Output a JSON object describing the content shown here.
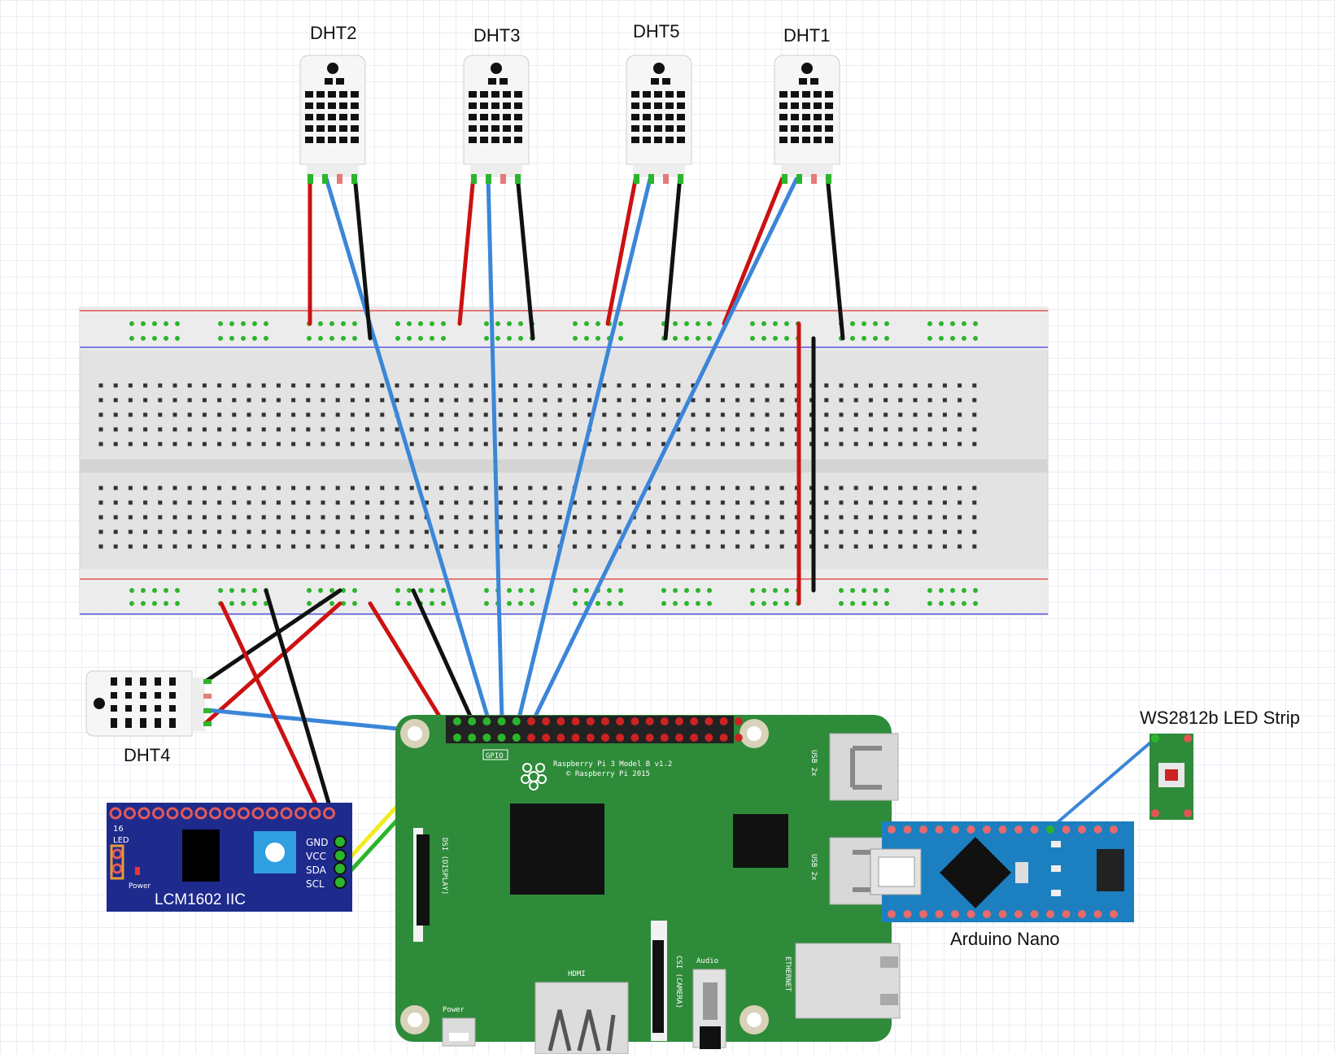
{
  "labels": {
    "dht2": "DHT2",
    "dht3": "DHT3",
    "dht5": "DHT5",
    "dht1": "DHT1",
    "dht4": "DHT4",
    "led_strip": "WS2812b LED Strip",
    "arduino": "Arduino Nano"
  },
  "lcd": {
    "title": "LCM1602 IIC",
    "pins": [
      "GND",
      "VCC",
      "SDA",
      "SCL"
    ],
    "led_label": "LED",
    "num_label": "16",
    "power_label": "Power"
  },
  "rpi": {
    "model": "Raspberry Pi 3 Model B v1.2",
    "copyright": "© Raspberry Pi 2015",
    "gpio": "GPIO",
    "usb1": "USB 2x",
    "usb2": "USB 2x",
    "dsi": "DSI (DISPLAY)",
    "csi": "CSI (CAMERA)",
    "hdmi": "HDMI",
    "audio": "Audio",
    "power": "Power",
    "ethernet": "ETHERNET"
  },
  "colors": {
    "wire_red": "#cc1111",
    "wire_black": "#111111",
    "wire_blue": "#3b86d8",
    "wire_yellow": "#f2ea1d",
    "wire_green": "#2bb52b",
    "pcb_green": "#2e8b3a",
    "lcd_blue": "#1e2a8c",
    "nano_blue": "#1c7fbf",
    "breadboard": "#e6e6e6"
  }
}
